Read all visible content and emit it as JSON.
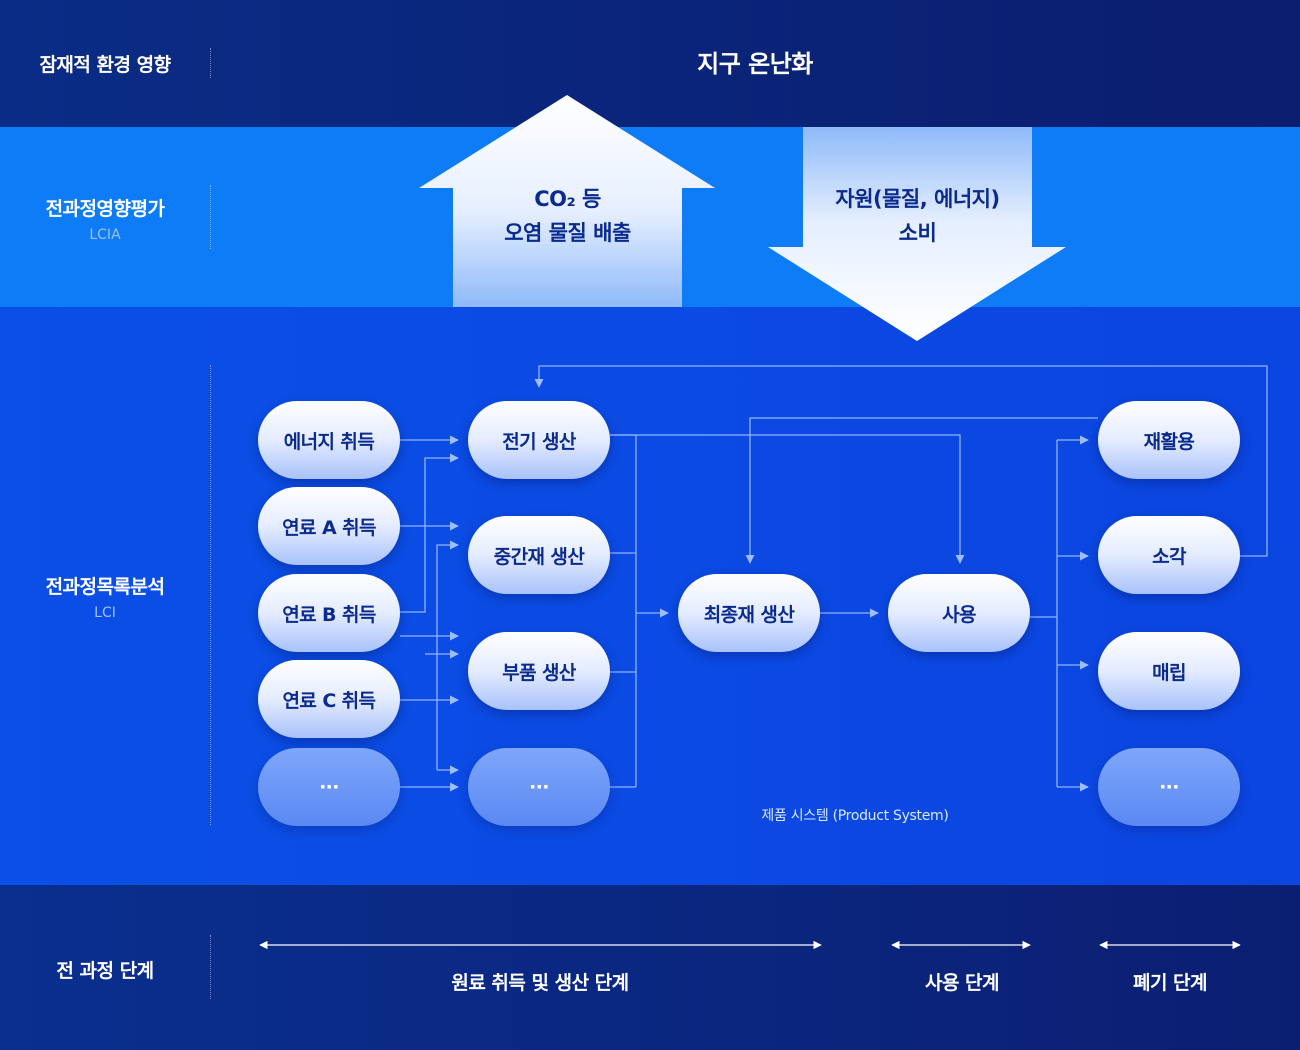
{
  "rows": {
    "impact": {
      "label": "잠재적 환경 영향",
      "title": "지구 온난화"
    },
    "lcia": {
      "label": "전과정영향평가",
      "sub": "LCIA"
    },
    "lci": {
      "label": "전과정목록분석",
      "sub": "LCI"
    },
    "stages": {
      "label": "전 과정 단계"
    }
  },
  "arrows": {
    "emission": {
      "line1": "CO₂ 등",
      "line2": "오염 물질 배출"
    },
    "consumption": {
      "line1": "자원(물질, 에너지)",
      "line2": "소비"
    }
  },
  "nodes": {
    "energy_acq": "에너지 취득",
    "fuel_a": "연료 A 취득",
    "fuel_b": "연료 B 취득",
    "fuel_c": "연료 C 취득",
    "more_raw": "···",
    "electricity": "전기 생산",
    "intermediate": "중간재 생산",
    "parts": "부품 생산",
    "more_prod": "···",
    "final": "최종재 생산",
    "use": "사용",
    "recycle": "재활용",
    "incinerate": "소각",
    "landfill": "매립",
    "more_disp": "···"
  },
  "caption": "제품 시스템 (Product System)",
  "stages": {
    "raw_production": "원료 취득 및 생산 단계",
    "use": "사용 단계",
    "disposal": "폐기 단계"
  },
  "colors": {
    "band_top": "#0a2c86",
    "band_lcia": "#0d7cf6",
    "band_lci": "#0b4fe6",
    "band_bottom": "#0a2f8f",
    "node_text": "#0b2a8e",
    "connector": "#8fb4ff"
  }
}
